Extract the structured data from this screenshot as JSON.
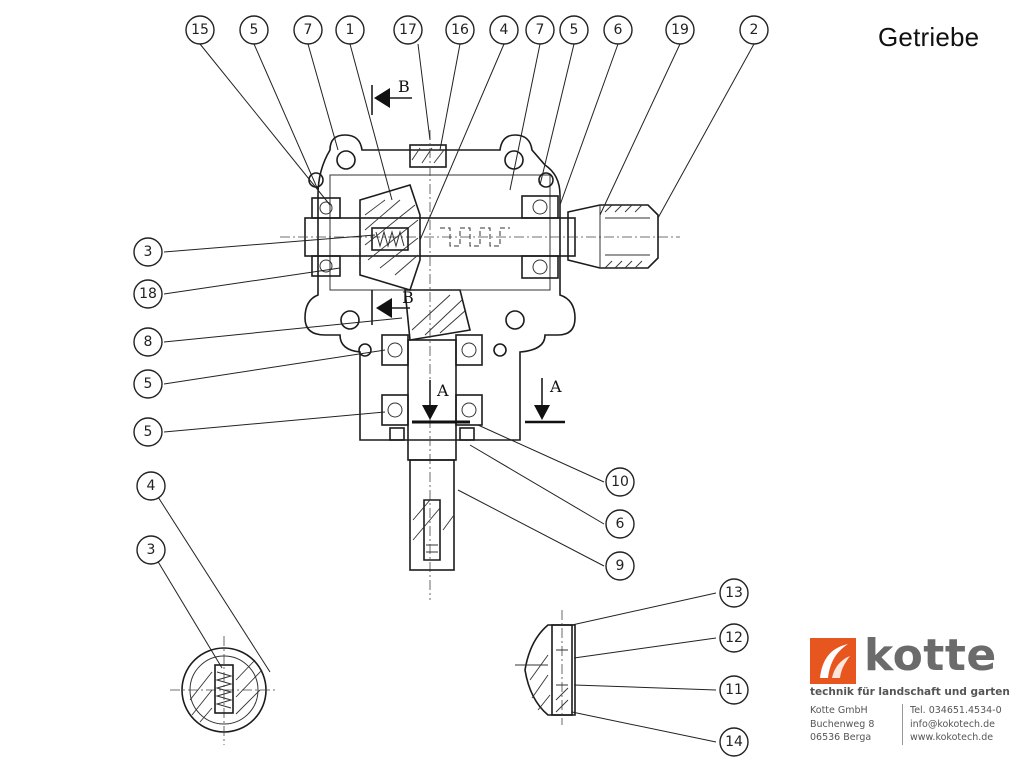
{
  "title": "Getriebe",
  "callouts": {
    "c15": "15",
    "c5a": "5",
    "c7a": "7",
    "c1": "1",
    "c17": "17",
    "c16": "16",
    "c4a": "4",
    "c7b": "7",
    "c5b": "5",
    "c6a": "6",
    "c19": "19",
    "c2": "2",
    "c3a": "3",
    "c18": "18",
    "c8": "8",
    "c5c": "5",
    "c5d": "5",
    "c10": "10",
    "c6b": "6",
    "c9": "9",
    "c4b": "4",
    "c3b": "3",
    "c13": "13",
    "c12": "12",
    "c11": "11",
    "c14": "14"
  },
  "section_labels": {
    "b_top": "B",
    "b_bottom": "B",
    "a_left": "A",
    "a_right": "A"
  },
  "logo": {
    "brand": "kotte",
    "tagline": "technik für landschaft und garten",
    "brand_color": "#e8561f",
    "word_color": "#6b6b6b"
  },
  "contact": {
    "company": "Kotte GmbH",
    "street": "Buchenweg 8",
    "city": "06536 Berga",
    "phone": "Tel. 034651.4534-0",
    "email": "info@kokotech.de",
    "web": "www.kokotech.de"
  }
}
